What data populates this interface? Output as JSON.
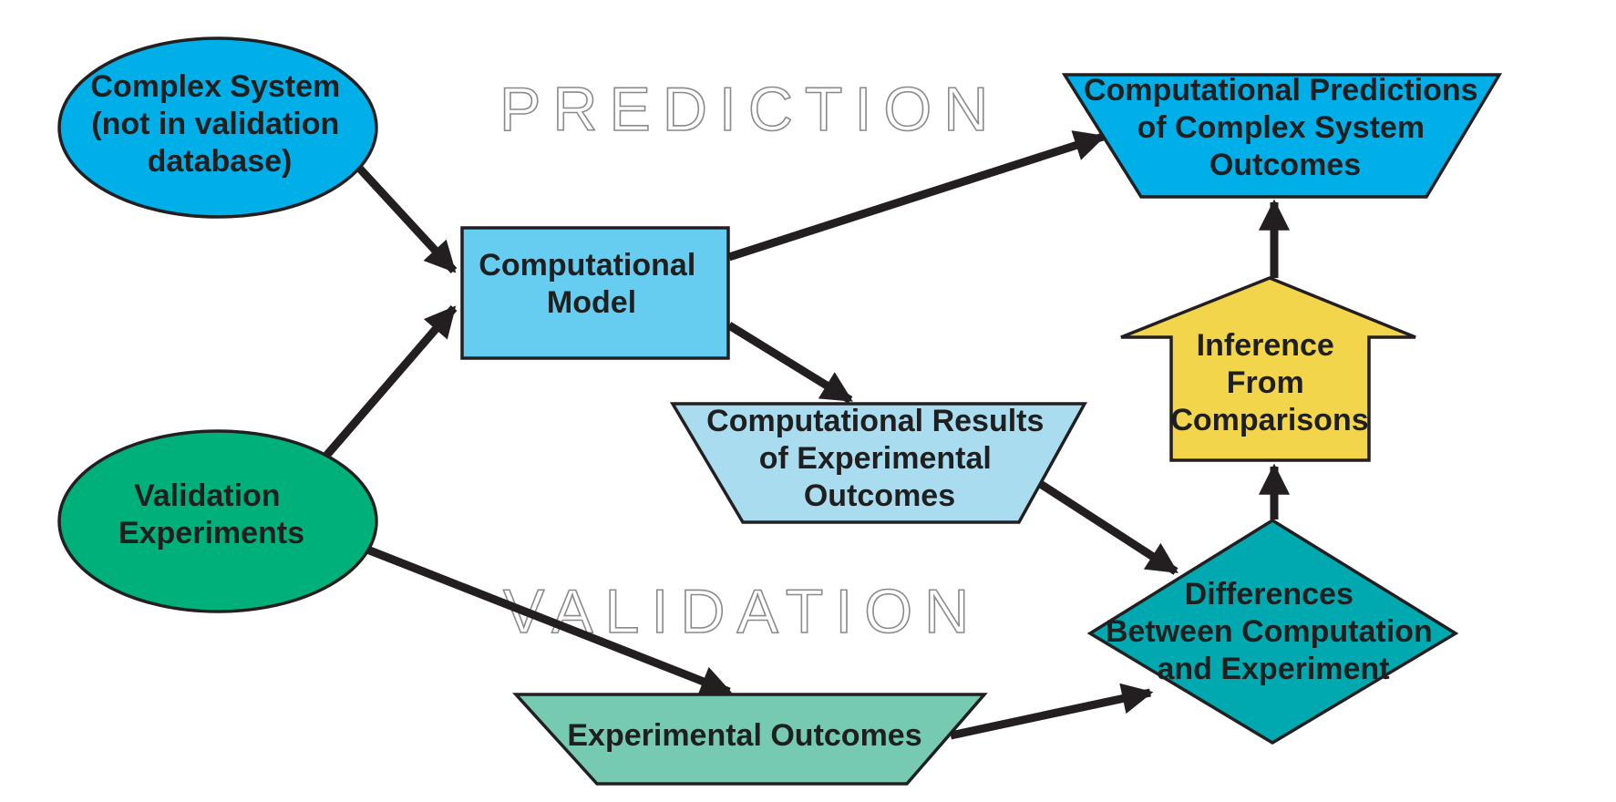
{
  "banners": {
    "prediction": "PREDICTION",
    "validation": "VALIDATION"
  },
  "nodes": {
    "complex_system": {
      "lines": [
        "Complex System",
        "(not in validation",
        "database)"
      ],
      "color": "#00aee8"
    },
    "validation_experiments": {
      "lines": [
        "Validation",
        "Experiments"
      ],
      "color": "#00b07a"
    },
    "computational_model": {
      "lines": [
        "Computational",
        "Model"
      ],
      "color": "#66cdf0"
    },
    "computational_predictions": {
      "lines": [
        "Computational Predictions",
        "of Complex System",
        "Outcomes"
      ],
      "color": "#00aee8"
    },
    "computational_results": {
      "lines": [
        "Computational Results",
        "of Experimental",
        "Outcomes"
      ],
      "color": "#aadcf0"
    },
    "inference": {
      "lines": [
        "Inference",
        "From",
        "Comparisons"
      ],
      "color": "#f2d54a"
    },
    "differences": {
      "lines": [
        "Differences",
        "Between Computation",
        "and Experiment"
      ],
      "color": "#00a8b0"
    },
    "experimental_outcomes": {
      "lines": [
        "Experimental Outcomes"
      ],
      "color": "#76cab2"
    }
  },
  "edge_color": "#231f20"
}
